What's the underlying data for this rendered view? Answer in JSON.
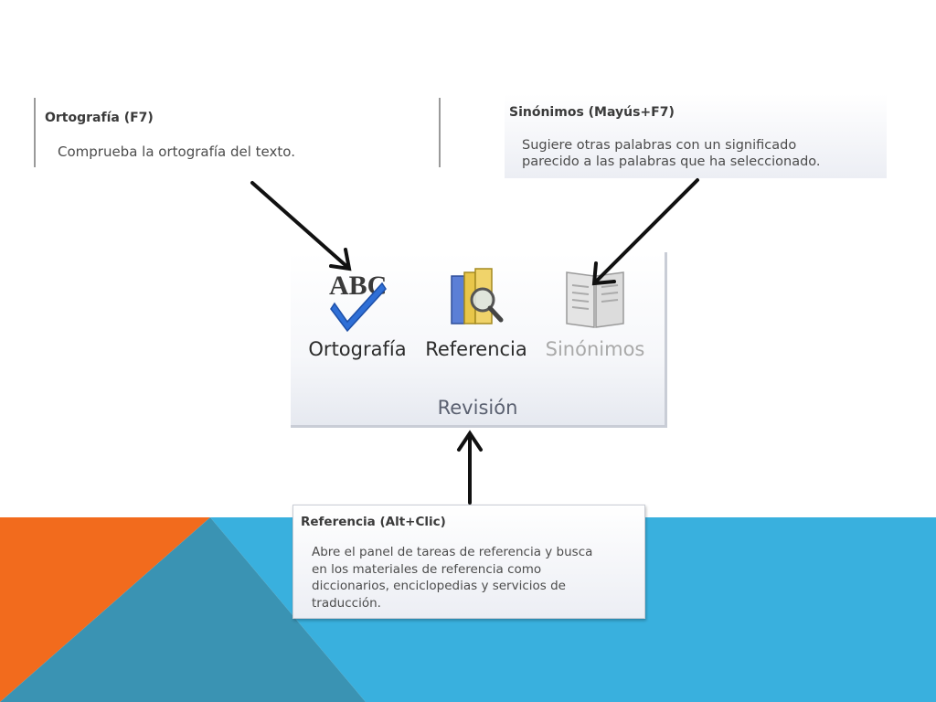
{
  "tooltips": {
    "spelling": {
      "title": "Ortografía (F7)",
      "body": "Comprueba la ortografía del texto."
    },
    "synonyms": {
      "title": "Sinónimos (Mayús+F7)",
      "body_line1": "Sugiere otras palabras con un significado",
      "body_line2": "parecido a las palabras que ha seleccionado."
    },
    "reference": {
      "title": "Referencia (Alt+Clic)",
      "body_line1": "Abre el panel de tareas de referencia y busca",
      "body_line2": "en los materiales de referencia como",
      "body_line3": "diccionarios, enciclopedias y servicios de",
      "body_line4": "traducción."
    }
  },
  "ribbon": {
    "buttons": [
      {
        "label": "Ortografía",
        "icon": "spelling-abc-check-icon",
        "enabled": true
      },
      {
        "label": "Referencia",
        "icon": "research-books-magnifier-icon",
        "enabled": true
      },
      {
        "label": "Sinónimos",
        "icon": "thesaurus-book-icon",
        "enabled": false
      }
    ],
    "group_label": "Revisión",
    "icon_text": "ABC"
  },
  "colors": {
    "orange": "#f26b1d",
    "blue": "#39b0de",
    "dark_teal": "#2f8aa8",
    "check_blue": "#2f6fd6"
  }
}
